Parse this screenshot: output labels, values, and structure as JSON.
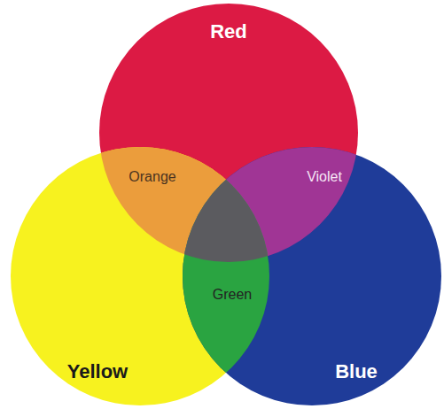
{
  "diagram": {
    "nodes": [
      {
        "text": [
          "Red"
        ]
      },
      {
        "text": [
          "Yellow"
        ]
      },
      {
        "text": [
          "Blue"
        ]
      }
    ],
    "labels": [
      "Orange",
      "Violet",
      "Green"
    ]
  }
}
